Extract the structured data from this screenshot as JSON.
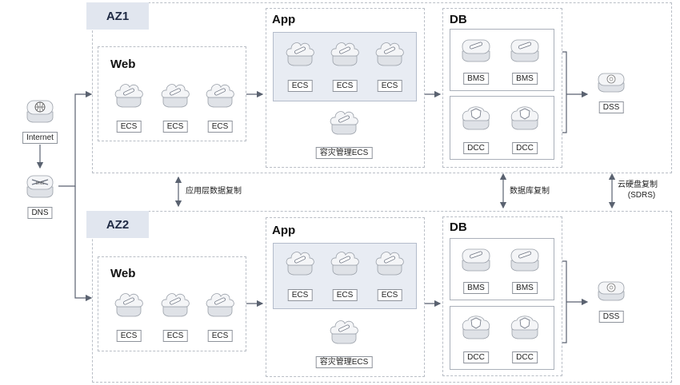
{
  "colors": {
    "az_tab": "#e1e6ef",
    "app_group_fill": "#e8ecf3",
    "dashed_border": "#b9bec6",
    "line": "#5a6270",
    "icon_light": "#f4f5f7",
    "icon_mid": "#dfe2e7",
    "icon_dark": "#9aa0a9"
  },
  "external": {
    "internet_label": "Internet",
    "dns_label": "DNS"
  },
  "az1": {
    "title": "AZ1",
    "web": {
      "title": "Web",
      "servers": [
        "ECS",
        "ECS",
        "ECS"
      ]
    },
    "app": {
      "title": "App",
      "servers": [
        "ECS",
        "ECS",
        "ECS"
      ],
      "dr_server": "容灾管理ECS"
    },
    "db": {
      "title": "DB",
      "bms": [
        "BMS",
        "BMS"
      ],
      "dcc": [
        "DCC",
        "DCC"
      ]
    },
    "storage_label": "DSS"
  },
  "az2": {
    "title": "AZ2",
    "web": {
      "title": "Web",
      "servers": [
        "ECS",
        "ECS",
        "ECS"
      ]
    },
    "app": {
      "title": "App",
      "servers": [
        "ECS",
        "ECS",
        "ECS"
      ],
      "dr_server": "容灾管理ECS"
    },
    "db": {
      "title": "DB",
      "bms": [
        "BMS",
        "BMS"
      ],
      "dcc": [
        "DCC",
        "DCC"
      ]
    },
    "storage_label": "DSS"
  },
  "replication": {
    "app_layer": "应用层数据复制",
    "database": "数据库复制",
    "disk_line1": "云硬盘复制",
    "disk_line2": "(SDRS)"
  }
}
